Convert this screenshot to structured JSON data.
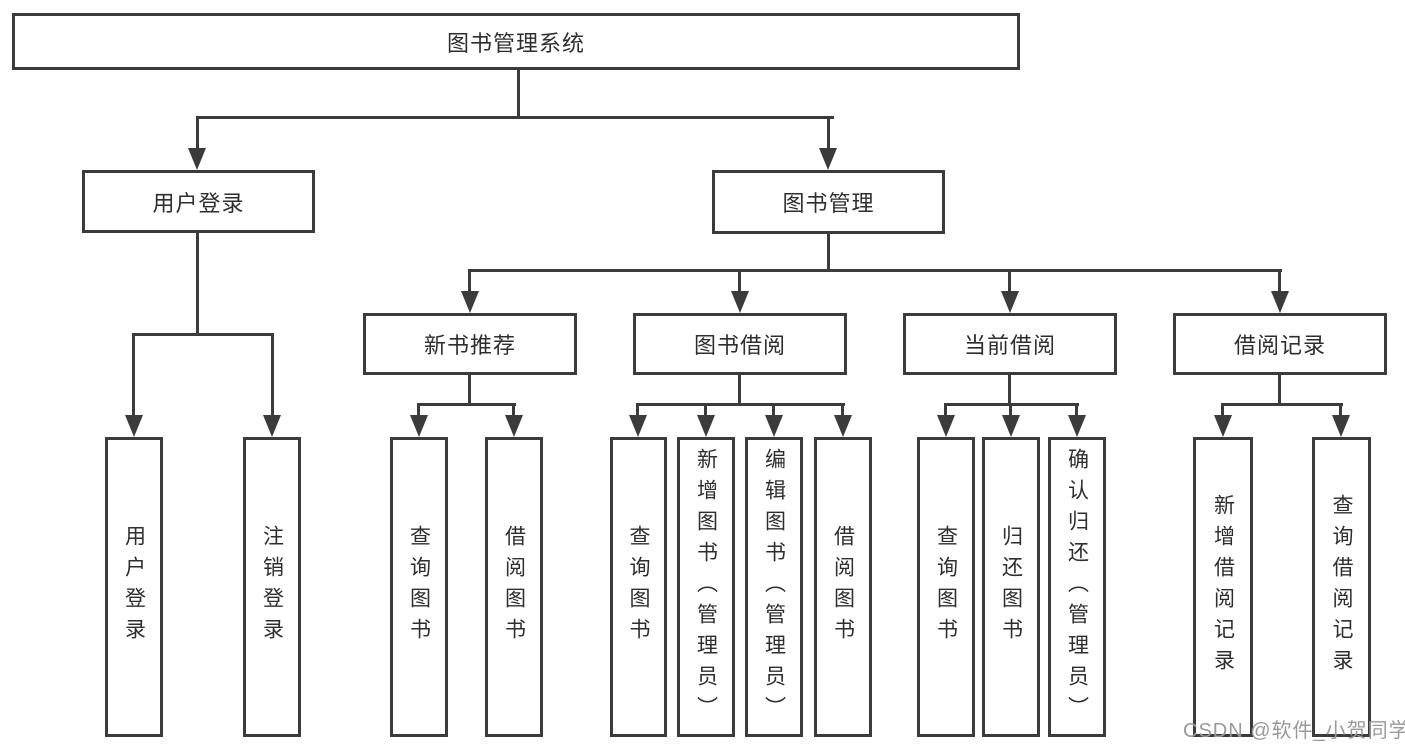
{
  "colors": {
    "line": "#3b3b3b",
    "text": "#2e2e2e",
    "background": "#ffffff",
    "watermark": "#9a9a9a"
  },
  "watermark": {
    "text": "CSDN @软件_小贺同学"
  },
  "nodes": {
    "root": {
      "label": "图书管理系统"
    },
    "user_login": {
      "label": "用户登录"
    },
    "book_mgmt": {
      "label": "图书管理"
    },
    "new_book_rec": {
      "label": "新书推荐"
    },
    "book_borrow": {
      "label": "图书借阅"
    },
    "current_borrow": {
      "label": "当前借阅"
    },
    "borrow_record": {
      "label": "借阅记录"
    },
    "leaf_user_login": {
      "label": "用户登录"
    },
    "leaf_logout": {
      "label": "注销登录"
    },
    "leaf_query_book_rec": {
      "label": "查询图书"
    },
    "leaf_borrow_book_rec": {
      "label": "借阅图书"
    },
    "leaf_query_book_borrow": {
      "label": "查询图书"
    },
    "leaf_add_book": {
      "label": "新增图书（管理员）"
    },
    "leaf_edit_book": {
      "label": "编辑图书（管理员）"
    },
    "leaf_borrow_book": {
      "label": "借阅图书"
    },
    "leaf_query_book_current": {
      "label": "查询图书"
    },
    "leaf_return_book": {
      "label": "归还图书"
    },
    "leaf_confirm_return": {
      "label": "确认归还（管理员）"
    },
    "leaf_add_borrow_record": {
      "label": "新增借阅记录"
    },
    "leaf_query_borrow_record": {
      "label": "查询借阅记录"
    }
  },
  "hierarchy": {
    "root": [
      "user_login",
      "book_mgmt"
    ],
    "user_login": [
      "leaf_user_login",
      "leaf_logout"
    ],
    "book_mgmt": [
      "new_book_rec",
      "book_borrow",
      "current_borrow",
      "borrow_record"
    ],
    "new_book_rec": [
      "leaf_query_book_rec",
      "leaf_borrow_book_rec"
    ],
    "book_borrow": [
      "leaf_query_book_borrow",
      "leaf_add_book",
      "leaf_edit_book",
      "leaf_borrow_book"
    ],
    "current_borrow": [
      "leaf_query_book_current",
      "leaf_return_book",
      "leaf_confirm_return"
    ],
    "borrow_record": [
      "leaf_add_borrow_record",
      "leaf_query_borrow_record"
    ]
  }
}
